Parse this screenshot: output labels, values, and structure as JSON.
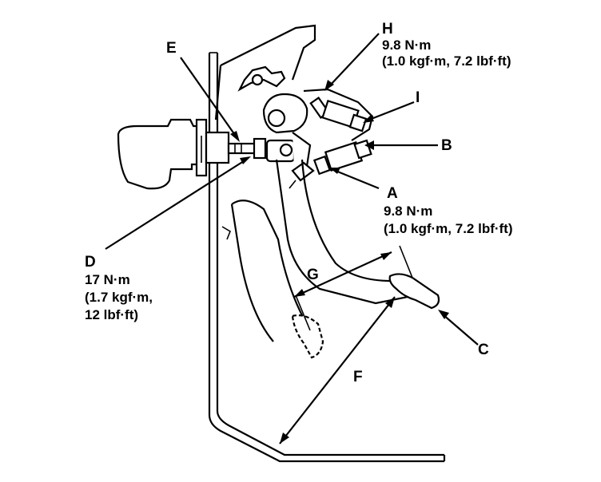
{
  "callouts": {
    "A": {
      "letter": "A",
      "torque": "9.8 N·m",
      "torque_alt": "(1.0 kgf·m, 7.2 lbf·ft)"
    },
    "B": {
      "letter": "B"
    },
    "C": {
      "letter": "C"
    },
    "D": {
      "letter": "D",
      "torque": "17 N·m",
      "torque_alt_1": "(1.7 kgf·m,",
      "torque_alt_2": "12 lbf·ft)"
    },
    "E": {
      "letter": "E"
    },
    "F": {
      "letter": "F"
    },
    "G": {
      "letter": "G"
    },
    "H": {
      "letter": "H",
      "torque": "9.8 N·m",
      "torque_alt": "(1.0 kgf·m, 7.2 lbf·ft)"
    },
    "I": {
      "letter": "I"
    }
  }
}
